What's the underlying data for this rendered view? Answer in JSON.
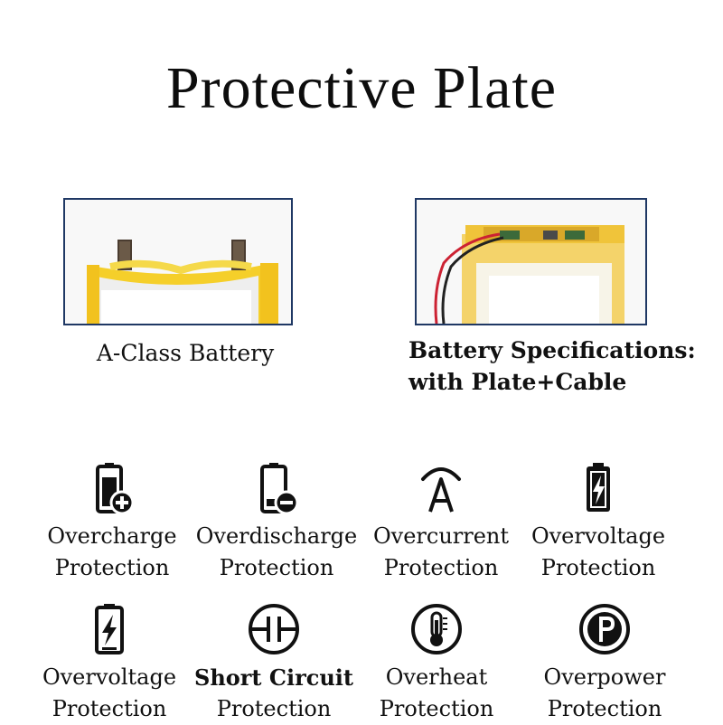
{
  "title": "Protective Plate",
  "captions": {
    "left": "A-Class Battery",
    "right_line1": "Battery Specifications:",
    "right_line2": "with Plate+Cable"
  },
  "features": [
    {
      "icon": "battery-plus-icon",
      "line1": "Overcharge",
      "line2": "Protection"
    },
    {
      "icon": "battery-minus-icon",
      "line1": "Overdischarge",
      "line2": "Protection"
    },
    {
      "icon": "current-a-icon",
      "line1": "Overcurrent",
      "line2": "Protection"
    },
    {
      "icon": "battery-bolt-icon",
      "line1": "Overvoltage",
      "line2": "Protection"
    },
    {
      "icon": "battery-bolt-icon",
      "line1": "Overvoltage",
      "line2": "Protection"
    },
    {
      "icon": "circuit-break-icon",
      "line1": "Short Circuit",
      "line2": "Protection"
    },
    {
      "icon": "thermometer-icon",
      "line1": "Overheat",
      "line2": "Protection"
    },
    {
      "icon": "power-p-icon",
      "line1": "Overpower",
      "line2": "Protection"
    }
  ],
  "colors": {
    "frame": "#1f3864",
    "battery_yellow": "#f5cf2a",
    "tab_metal": "#5a4a3a"
  }
}
